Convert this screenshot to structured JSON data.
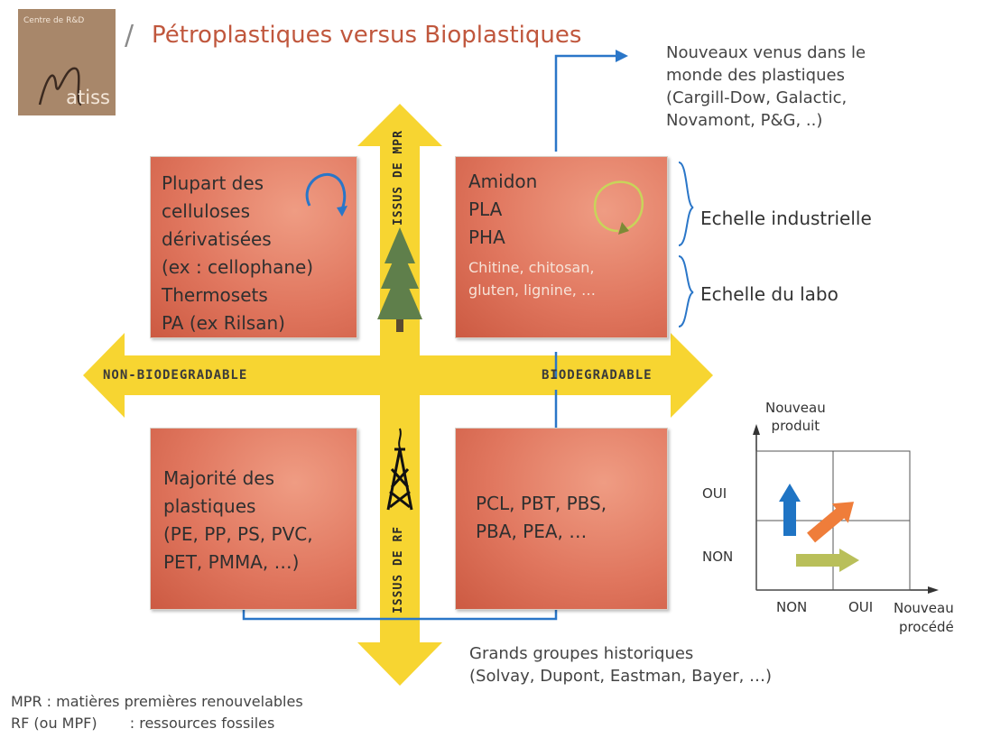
{
  "logo": {
    "small_text": "Centre de R&D",
    "brand": "atiss"
  },
  "title": "Pétroplastiques versus Bioplastiques",
  "quadrants": {
    "top_left": "Plupart des\ncelluloses\ndérivatisées\n(ex : cellophane)\nThermosets\nPA (ex Rilsan)",
    "top_right_main": "Amidon\nPLA\nPHA",
    "top_right_sub": "Chitine, chitosan,\ngluten, lignine, …",
    "bottom_left": "Majorité des\nplastiques\n(PE, PP, PS, PVC,\nPET, PMMA, …)",
    "bottom_right": "PCL, PBT, PBS,\nPBA, PEA, …"
  },
  "axes": {
    "left": "NON-BIODEGRADABLE",
    "right": "BIODEGRADABLE",
    "top": "ISSUS DE MPR",
    "bottom": "ISSUS DE RF"
  },
  "newcomers": "Nouveaux venus dans le\nmonde des plastiques\n(Cargill-Dow, Galactic,\nNovamont, P&G, ..)",
  "historic": "Grands groupes historiques\n(Solvay, Dupont, Eastman, Bayer, …)",
  "scales": {
    "industrial": "Echelle industrielle",
    "lab": "Echelle du labo"
  },
  "mini_chart": {
    "y_title": "Nouveau\nproduit",
    "x_title": "Nouveau\nprocédé",
    "oui": "OUI",
    "non": "NON",
    "x_oui": "OUI",
    "x_non": "NON",
    "colors": {
      "blue": "#1f74c4",
      "orange": "#ef7d3a",
      "olive": "#b9bf5a"
    }
  },
  "footer": {
    "mpr": "MPR : matières premières renouvelables",
    "rf_abbr": "RF (ou MPF)",
    "rf_def": ": ressources fossiles"
  },
  "colors": {
    "title": "#c0573d",
    "arrow_yellow": "#f7d531",
    "box": "#e0765e",
    "flow_blue": "#2a76c8"
  }
}
